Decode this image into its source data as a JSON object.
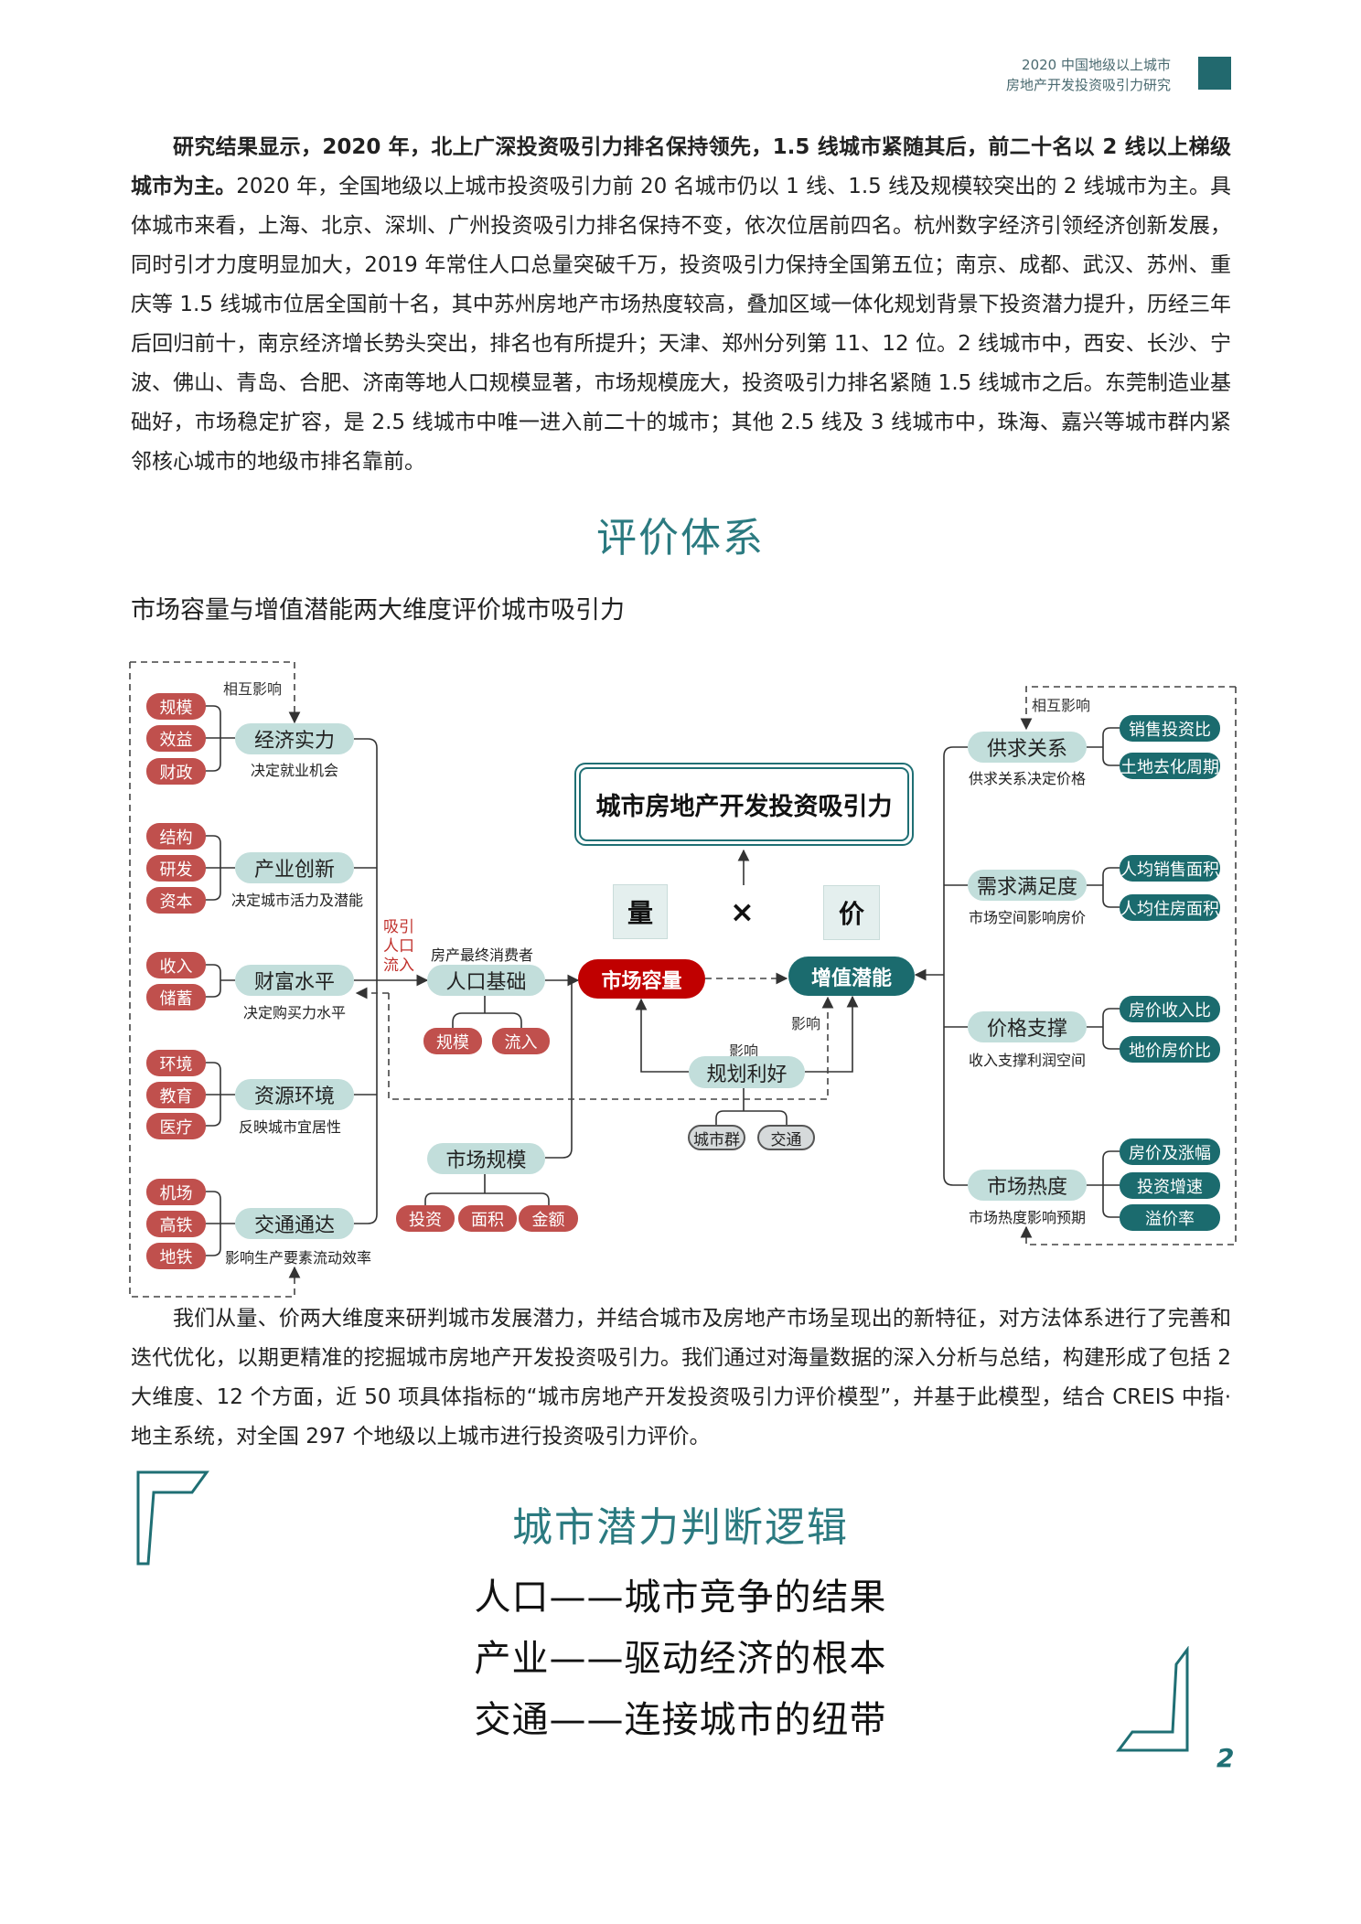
{
  "header": {
    "line1": "2020 中国地级以上城市",
    "line2": "房地产开发投资吸引力研究"
  },
  "para1": {
    "bold": "研究结果显示，2020 年，北上广深投资吸引力排名保持领先，1.5 线城市紧随其后，前二十名以 2 线以上梯级城市为主。",
    "rest": "2020 年，全国地级以上城市投资吸引力前 20 名城市仍以 1 线、1.5 线及规模较突出的 2 线城市为主。具体城市来看，上海、北京、深圳、广州投资吸引力排名保持不变，依次位居前四名。杭州数字经济引领经济创新发展，同时引才力度明显加大，2019 年常住人口总量突破千万，投资吸引力保持全国第五位；南京、成都、武汉、苏州、重庆等 1.5 线城市位居全国前十名，其中苏州房地产市场热度较高，叠加区域一体化规划背景下投资潜力提升，历经三年后回归前十，南京经济增长势头突出，排名也有所提升；天津、郑州分列第 11、12 位。2 线城市中，西安、长沙、宁波、佛山、青岛、合肥、济南等地人口规模显著，市场规模庞大，投资吸引力排名紧随 1.5 线城市之后。东莞制造业基础好，市场稳定扩容，是 2.5 线城市中唯一进入前二十的城市；其他 2.5 线及 3 线城市中，珠海、嘉兴等城市群内紧邻核心城市的地级市排名靠前。"
  },
  "section1": {
    "title": "评价体系",
    "subtitle": "市场容量与增值潜能两大维度评价城市吸引力"
  },
  "diagram": {
    "mutual_left": "相互影响",
    "mutual_right": "相互影响",
    "left_groups": [
      {
        "name": "经济实力",
        "note": "决定就业机会",
        "items": [
          "规模",
          "效益",
          "财政"
        ]
      },
      {
        "name": "产业创新",
        "note": "决定城市活力及潜能",
        "items": [
          "结构",
          "研发",
          "资本"
        ]
      },
      {
        "name": "财富水平",
        "note": "决定购买力水平",
        "items": [
          "收入",
          "储蓄"
        ]
      },
      {
        "name": "资源环境",
        "note": "反映城市宜居性",
        "items": [
          "环境",
          "教育",
          "医疗"
        ]
      },
      {
        "name": "交通通达",
        "note": "影响生产要素流动效率",
        "items": [
          "机场",
          "高铁",
          "地铁"
        ]
      }
    ],
    "attract": [
      "吸引",
      "人口",
      "流入"
    ],
    "consumer": "房产最终消费者",
    "population": {
      "name": "人口基础",
      "items": [
        "规模",
        "流入"
      ]
    },
    "market_scale": {
      "name": "市场规模",
      "items": [
        "投资",
        "面积",
        "金额"
      ]
    },
    "title": "城市房地产开发投资吸引力",
    "quantity": "量",
    "times": "×",
    "price": "价",
    "capacity": "市场容量",
    "potential": "增值潜能",
    "influence1": "影响",
    "influence2": "影响",
    "planning": {
      "name": "规划利好",
      "items": [
        "城市群",
        "交通"
      ]
    },
    "right_groups": [
      {
        "name": "供求关系",
        "note": "供求关系决定价格",
        "items": [
          "销售投资比",
          "土地去化周期"
        ]
      },
      {
        "name": "需求满足度",
        "note": "市场空间影响房价",
        "items": [
          "人均销售面积",
          "人均住房面积"
        ]
      },
      {
        "name": "价格支撑",
        "note": "收入支撑利润空间",
        "items": [
          "房价收入比",
          "地价房价比"
        ]
      },
      {
        "name": "市场热度",
        "note": "市场热度影响预期",
        "items": [
          "房价及涨幅",
          "投资增速",
          "溢价率"
        ]
      }
    ]
  },
  "para2": "我们从量、价两大维度来研判城市发展潜力，并结合城市及房地产市场呈现出的新特征，对方法体系进行了完善和迭代优化，以期更精准的挖掘城市房地产开发投资吸引力。我们通过对海量数据的深入分析与总结，构建形成了包括 2 大维度、12 个方面，近 50 项具体指标的“城市房地产开发投资吸引力评价模型”，并基于此模型，结合 CREIS 中指·地主系统，对全国 297 个地级以上城市进行投资吸引力评价。",
  "section2": {
    "title": "城市潜力判断逻辑",
    "lines": [
      "人口——城市竞争的结果",
      "产业——驱动经济的根本",
      "交通——连接城市的纽带"
    ]
  },
  "page_number": "2",
  "colors": {
    "teal": "#1b6b6e",
    "light_teal": "#c2dedb",
    "red": "#c0504d",
    "deep_red": "#c00000"
  }
}
